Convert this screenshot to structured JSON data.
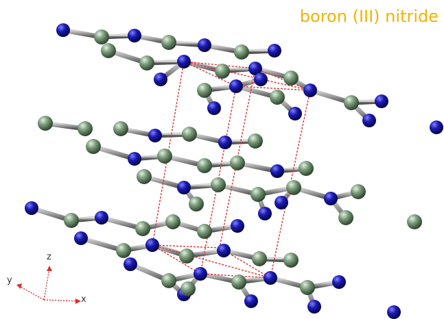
{
  "title": "boron (III) nitride",
  "colors": {
    "title": "#f0b400",
    "nitrogen_atom": "#1a1aa8",
    "boron_atom": "#7a9a7a",
    "bond": "#8a8a8a",
    "unit_cell": "#d93030",
    "axes": "#d93030"
  },
  "axes": {
    "x": "x",
    "y": "y",
    "z": "z"
  }
}
